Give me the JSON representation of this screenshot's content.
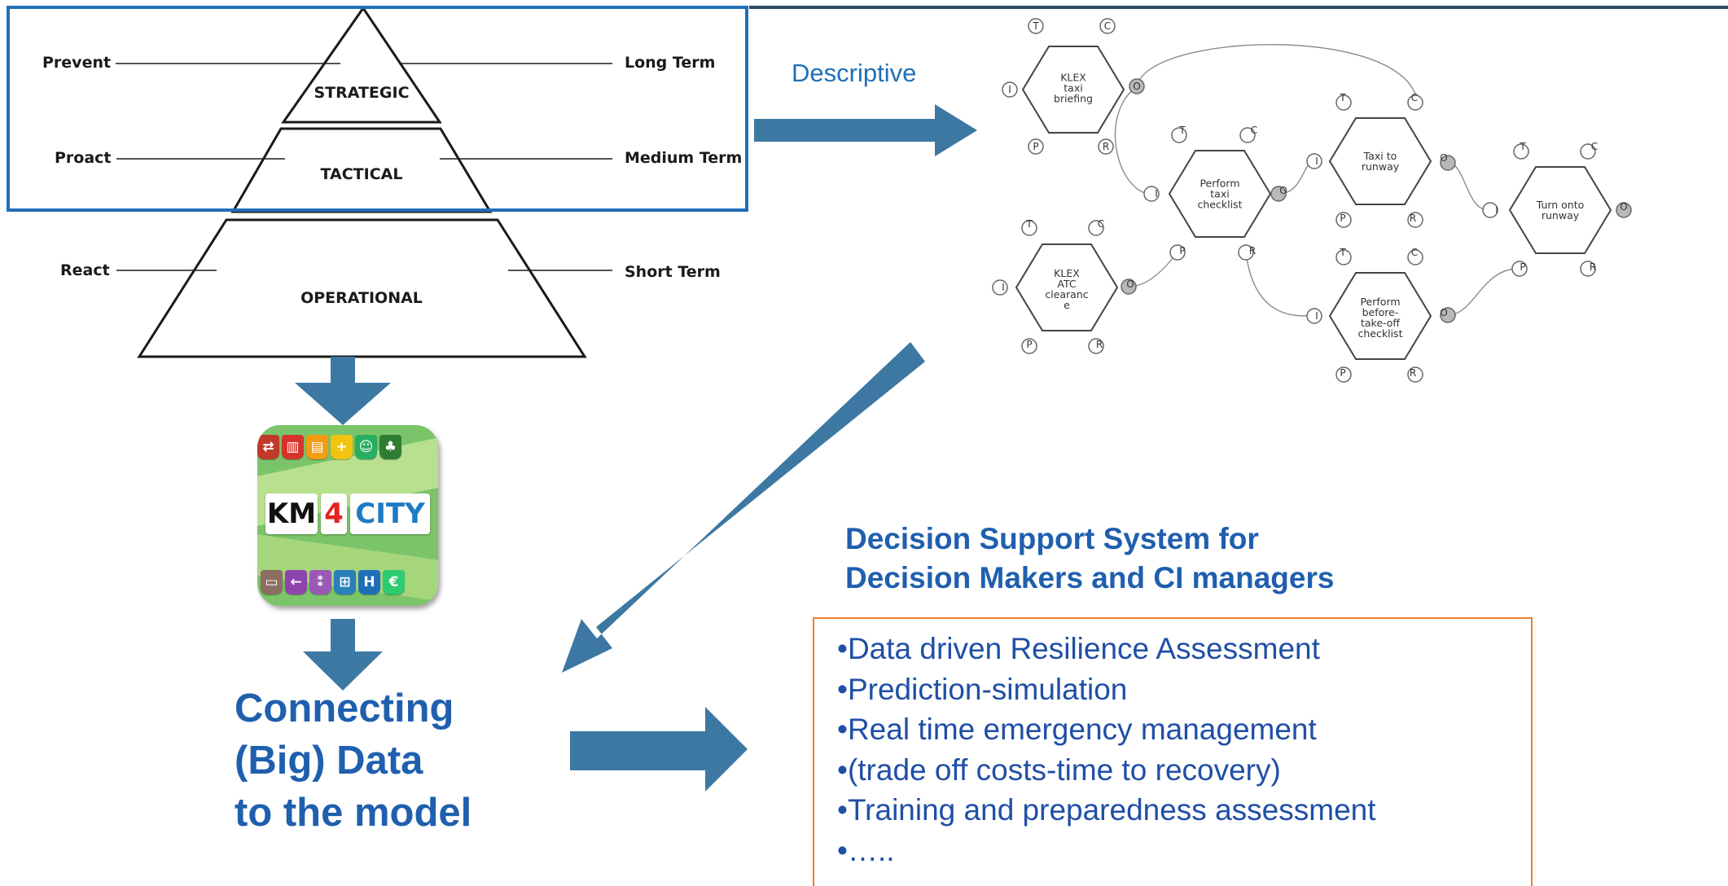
{
  "pyramid": {
    "levels": [
      "STRATEGIC",
      "TACTICAL",
      "OPERATIONAL"
    ],
    "left_labels": [
      "Prevent",
      "Proact",
      "React"
    ],
    "right_labels": [
      "Long Term",
      "Medium Term",
      "Short Term"
    ]
  },
  "descriptive_label": "Descriptive",
  "fram_model": {
    "functions": [
      {
        "label": "KLEX\ntaxi\nbriefing"
      },
      {
        "label": "Perform\ntaxi\nchecklist"
      },
      {
        "label": "Taxi to\nrunway"
      },
      {
        "label": "Turn onto\nrunway"
      },
      {
        "label": "KLEX\nATC\nclearanc\ne"
      },
      {
        "label": "Perform\nbefore-\ntake-off\nchecklist"
      }
    ],
    "aspect_labels": {
      "time": "T",
      "control": "C",
      "input": "I",
      "output": "O",
      "precondition": "P",
      "resource": "R"
    }
  },
  "km4city_logo": {
    "km": "KM",
    "four": "4",
    "city": "CITY"
  },
  "connecting_text": [
    "Connecting",
    "(Big) Data",
    "to the model"
  ],
  "dss": {
    "title_lines": [
      "Decision Support System for",
      "Decision Makers and CI managers"
    ],
    "items": [
      "•Data driven Resilience Assessment",
      "•Prediction-simulation",
      "•Real time emergency management",
      "•(trade off costs-time to recovery)",
      "•Training and preparedness assessment",
      "•….."
    ]
  },
  "colors": {
    "arrow": "#3d78a3",
    "frame_blue": "#1f6fb8",
    "text_blue": "#1f5fae",
    "box_orange": "#ed7d31",
    "top_line": "#2e4a66"
  }
}
